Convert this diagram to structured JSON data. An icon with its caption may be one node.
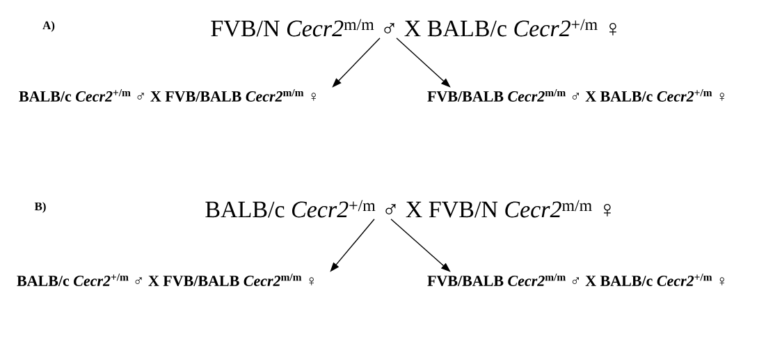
{
  "diagram": {
    "nodes": [
      {
        "text": [
          "FVB/N *Cecr2*$^{m/m}$ ♂ X BALB/c *Cecr2*$^{+/m}$ ♀"
        ]
      },
      {
        "text": [
          "BALB/c *Cecr2*$^{+/m}$ ♂ X FVB/BALB *Cecr2*$^{m/m}$ ♀"
        ]
      },
      {
        "text": [
          "FVB/BALB *Cecr2*$^{m/m}$ ♂ X BALB/c *Cecr2*$^{+/m}$ ♀"
        ]
      },
      {
        "text": [
          "BALB/c *Cecr2*$^{+/m}$ ♂ X FVB/N *Cecr2*$^{m/m}$ ♀"
        ]
      },
      {
        "text": [
          "BALB/c *Cecr2*$^{+/m}$ ♂ X FVB/BALB *Cecr2*$^{m/m}$ ♀"
        ]
      },
      {
        "text": [
          "FVB/BALB *Cecr2*$^{m/m}$ ♂ X BALB/c *Cecr2*$^{+/m}$ ♀"
        ]
      }
    ],
    "edges": [
      {
        "from": 0,
        "to": 1,
        "arrow": "to"
      },
      {
        "from": 0,
        "to": 2,
        "arrow": "to"
      },
      {
        "from": 3,
        "to": 4,
        "arrow": "to"
      },
      {
        "from": 3,
        "to": 5,
        "arrow": "to"
      }
    ],
    "labels": [
      "A)",
      "B)"
    ]
  }
}
